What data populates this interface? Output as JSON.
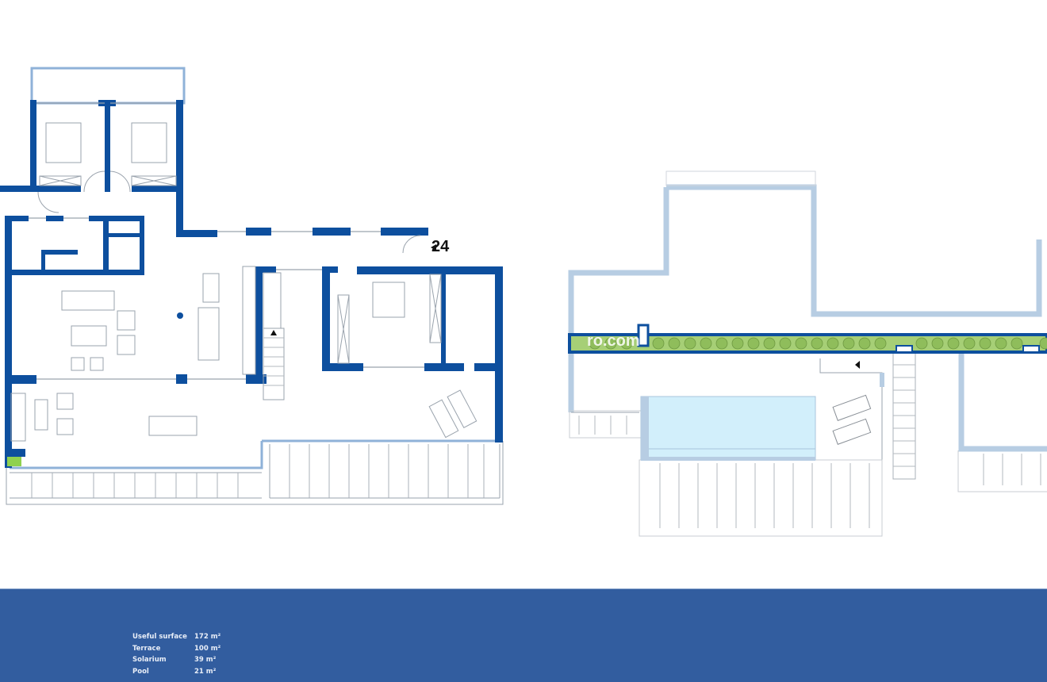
{
  "floor_plan": {
    "unit_number": "24",
    "left_plan": "Apartment floor plan: 3 bedrooms, 2 bathrooms + en-suite, open kitchen/living/dining, covered terrace",
    "right_plan": "Solarium roof plan with pool, sun loungers, planter strip and staircase",
    "watermark": "ro.com",
    "colors": {
      "wall": "#0d4f9e",
      "roof_edge": "#b7cde3",
      "planter": "#9cc86a",
      "planter_dot": "#8fbd5b",
      "pool": "#d2effb",
      "band": "#325d9f",
      "line": "#9aa3ad"
    }
  },
  "areas": [
    {
      "label": "Useful surface",
      "value": "172 m²"
    },
    {
      "label": "Terrace",
      "value": "100 m²"
    },
    {
      "label": "Solarium",
      "value": "39 m²"
    },
    {
      "label": "Pool",
      "value": "21 m²"
    }
  ]
}
